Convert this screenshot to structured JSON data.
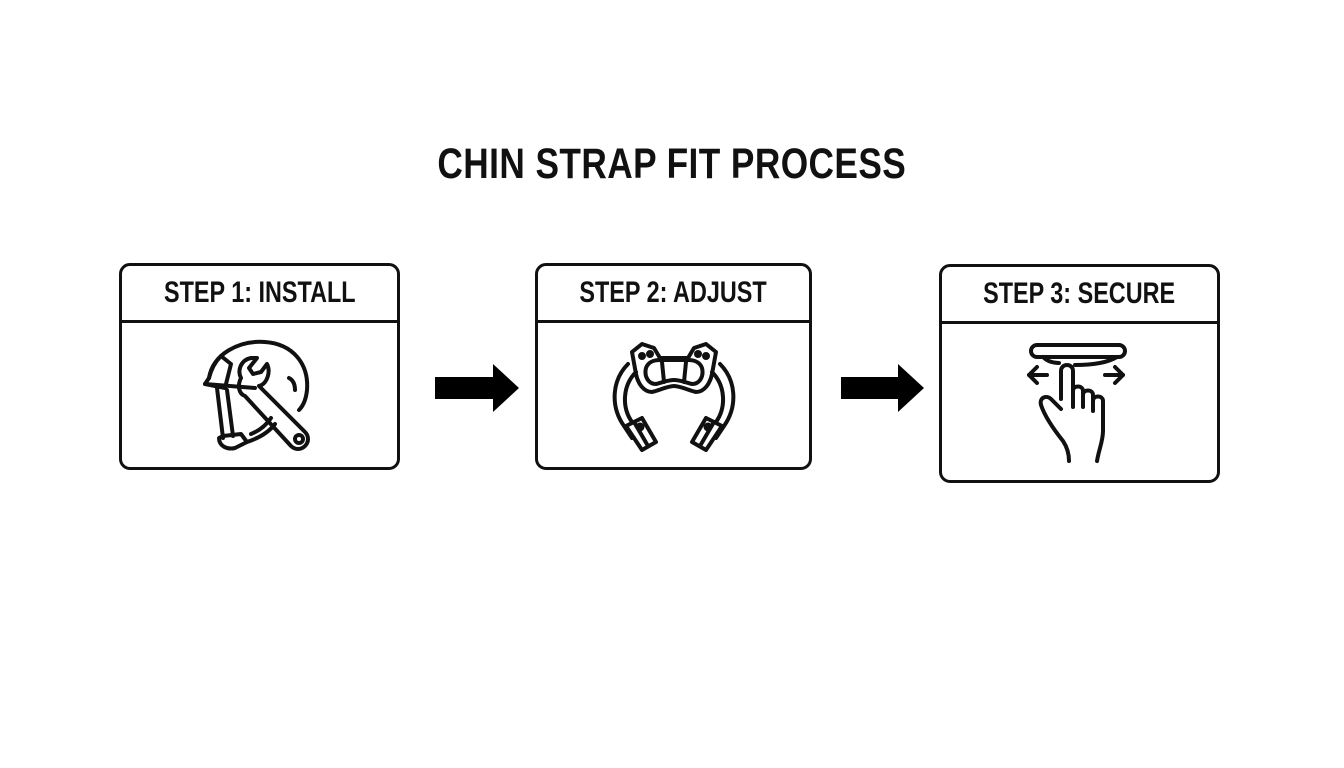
{
  "title": "CHIN STRAP FIT PROCESS",
  "colors": {
    "background": "#ffffff",
    "ink": "#111111"
  },
  "steps": [
    {
      "label": "STEP 1: INSTALL",
      "icon": "helmet-wrench-icon"
    },
    {
      "label": "STEP 2: ADJUST",
      "icon": "chin-strap-icon"
    },
    {
      "label": "STEP 3: SECURE",
      "icon": "hand-swipe-icon"
    }
  ],
  "connectors": [
    {
      "icon": "arrow-right-icon"
    },
    {
      "icon": "arrow-right-icon"
    }
  ]
}
